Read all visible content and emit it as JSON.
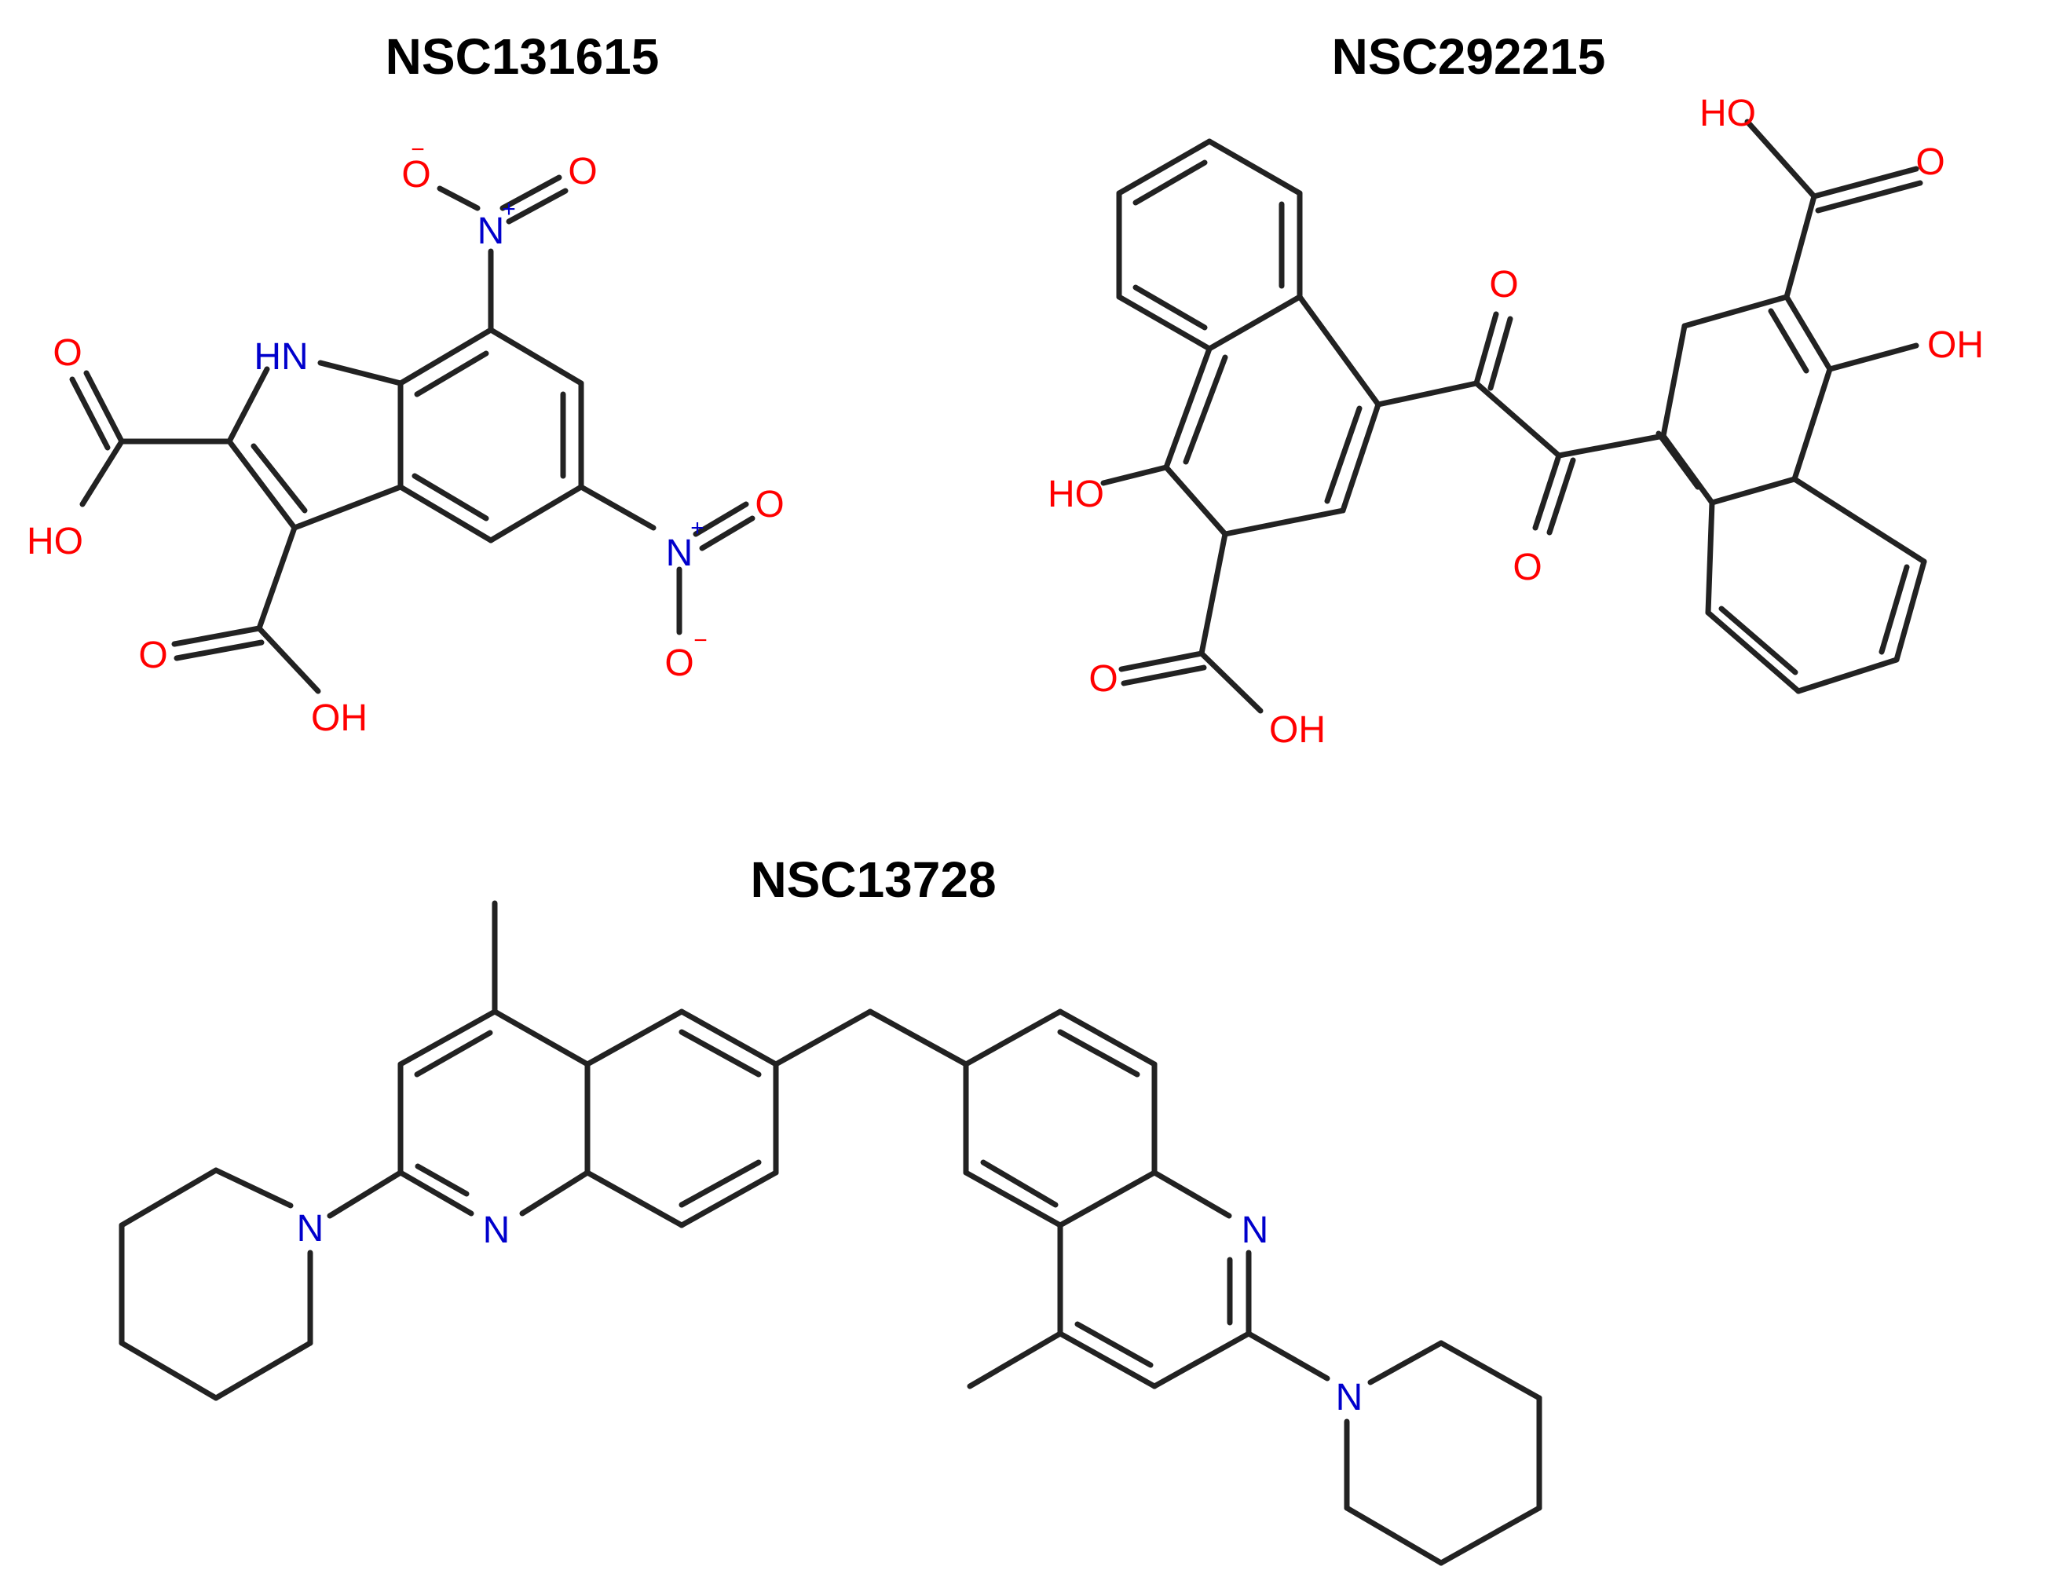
{
  "colors": {
    "bond": "#222222",
    "oxygen": "#ff0000",
    "nitrogen": "#0000cc",
    "title": "#000000",
    "background": "#ffffff"
  },
  "molecules": [
    {
      "title": "NSC131615",
      "atoms": [
        {
          "text": "HN",
          "element": "N"
        },
        {
          "text": "N",
          "element": "N",
          "charge": "+"
        },
        {
          "text": "O",
          "element": "O",
          "charge": "−"
        },
        {
          "text": "O",
          "element": "O"
        },
        {
          "text": "N",
          "element": "N",
          "charge": "+"
        },
        {
          "text": "O",
          "element": "O"
        },
        {
          "text": "O",
          "element": "O",
          "charge": "−"
        },
        {
          "text": "O",
          "element": "O"
        },
        {
          "text": "HO",
          "element": "O"
        },
        {
          "text": "O",
          "element": "O"
        },
        {
          "text": "OH",
          "element": "O"
        }
      ]
    },
    {
      "title": "NSC292215",
      "atoms": [
        {
          "text": "HO",
          "element": "O"
        },
        {
          "text": "O",
          "element": "O"
        },
        {
          "text": "OH",
          "element": "O"
        },
        {
          "text": "O",
          "element": "O"
        },
        {
          "text": "O",
          "element": "O"
        },
        {
          "text": "HO",
          "element": "O"
        },
        {
          "text": "O",
          "element": "O"
        },
        {
          "text": "OH",
          "element": "O"
        }
      ]
    },
    {
      "title": "NSC13728",
      "atoms": [
        {
          "text": "N",
          "element": "N"
        },
        {
          "text": "N",
          "element": "N"
        },
        {
          "text": "N",
          "element": "N"
        },
        {
          "text": "N",
          "element": "N"
        }
      ]
    }
  ]
}
